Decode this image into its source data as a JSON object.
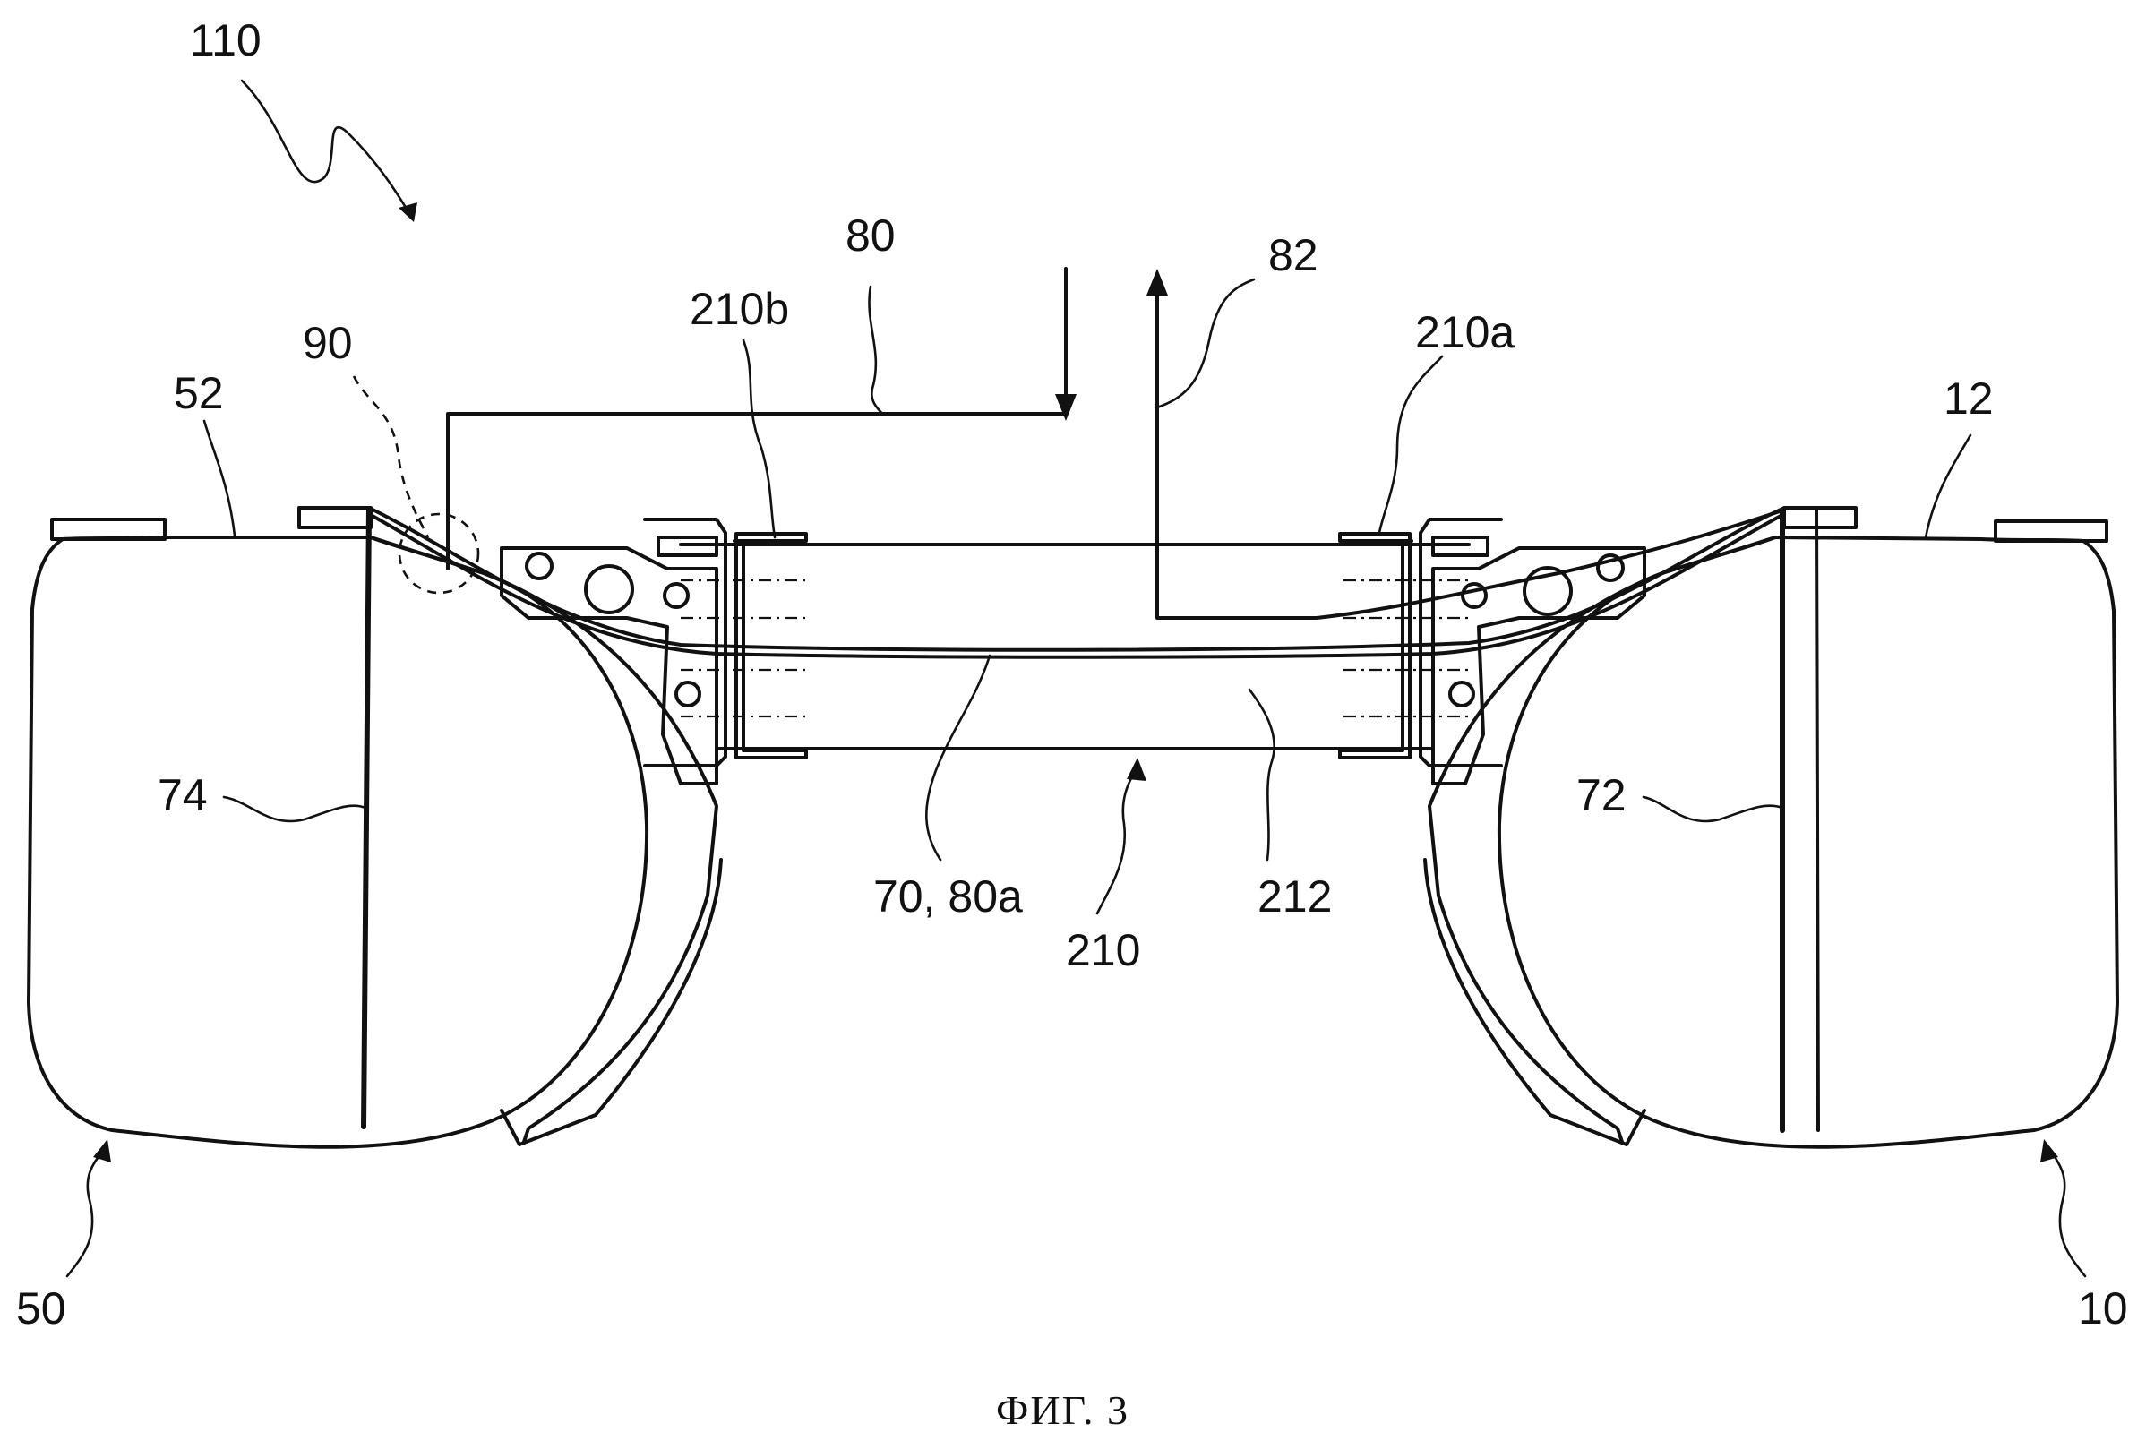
{
  "labels": {
    "l110": "110",
    "l80": "80",
    "l82": "82",
    "l210b": "210b",
    "l210a": "210a",
    "l90": "90",
    "l52": "52",
    "l12": "12",
    "l74": "74",
    "l72": "72",
    "l70_80a": "70, 80a",
    "l212": "212",
    "l210": "210",
    "l50": "50",
    "l10": "10"
  },
  "caption": "ФИГ. 3"
}
